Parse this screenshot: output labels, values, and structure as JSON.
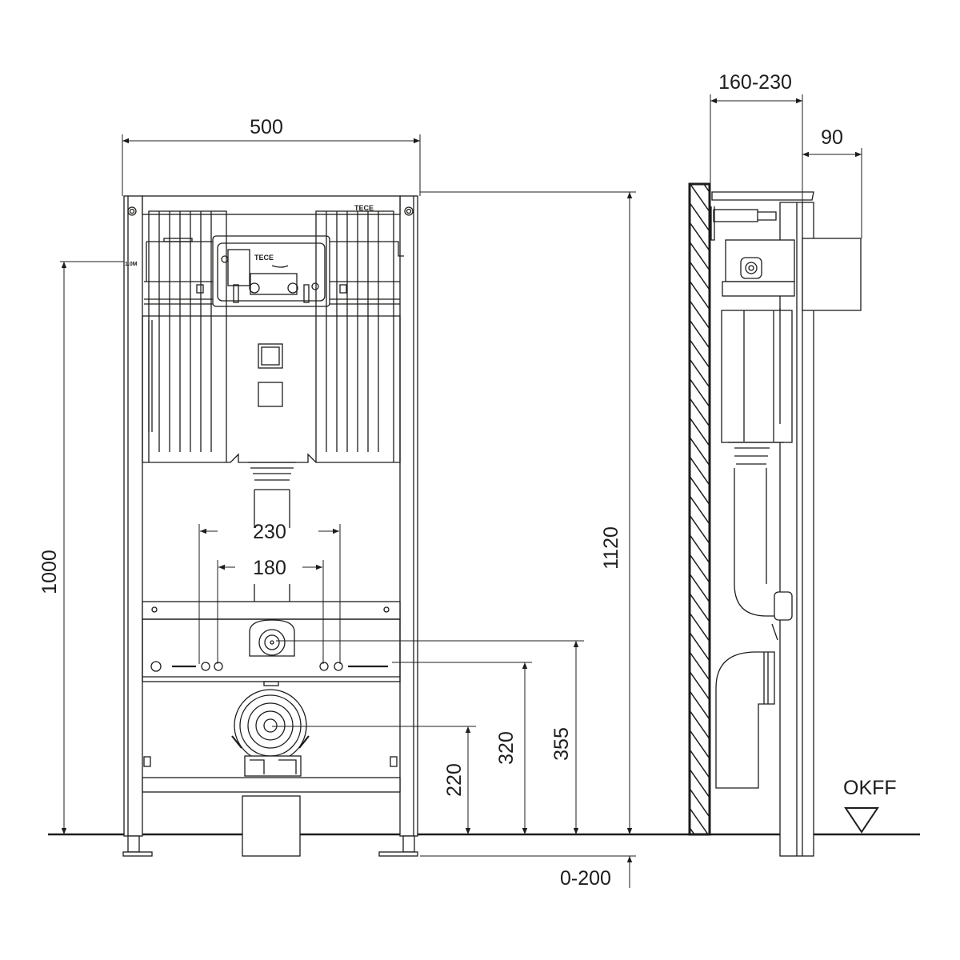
{
  "dimensions": {
    "width": "500",
    "depth": "160-230",
    "cistern_depth": "90",
    "total_height": "1120",
    "height_1000": "1000",
    "outer_spacing": "230",
    "inner_spacing": "180",
    "height_220": "220",
    "height_320": "320",
    "height_355": "355",
    "foot_adjust": "0-200"
  },
  "labels": {
    "floor_level": "OKFF",
    "brand_top": "TECE",
    "brand_panel": "TECE",
    "mark_1m": "1.0M"
  },
  "colors": {
    "line": "#1d1d1b",
    "background": "#ffffff"
  }
}
